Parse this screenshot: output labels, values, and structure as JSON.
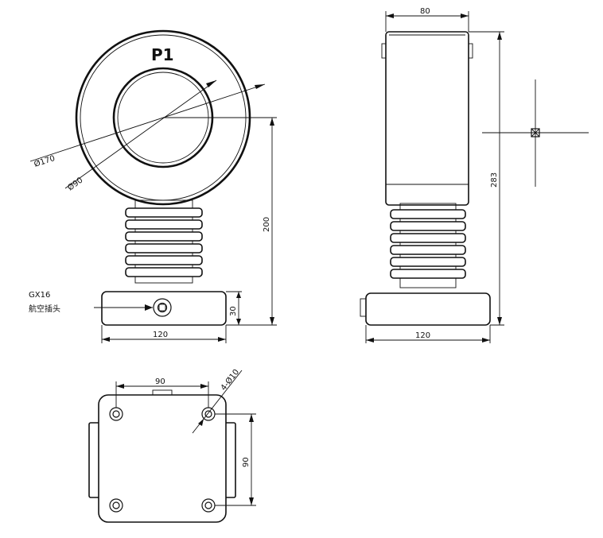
{
  "title": "P1",
  "dimensions": {
    "outer_diameter": "Ø170",
    "inner_diameter": "Ø90",
    "height_to_center": "200",
    "base_height": "30",
    "front_width": "120",
    "side_width": "120",
    "top_width": "80",
    "total_height": "283",
    "bolt_spacing_x": "90",
    "bolt_spacing_y": "90",
    "bolt_holes": "4-Ø10"
  },
  "connector": {
    "code": "GX16",
    "name": "航空插头"
  }
}
